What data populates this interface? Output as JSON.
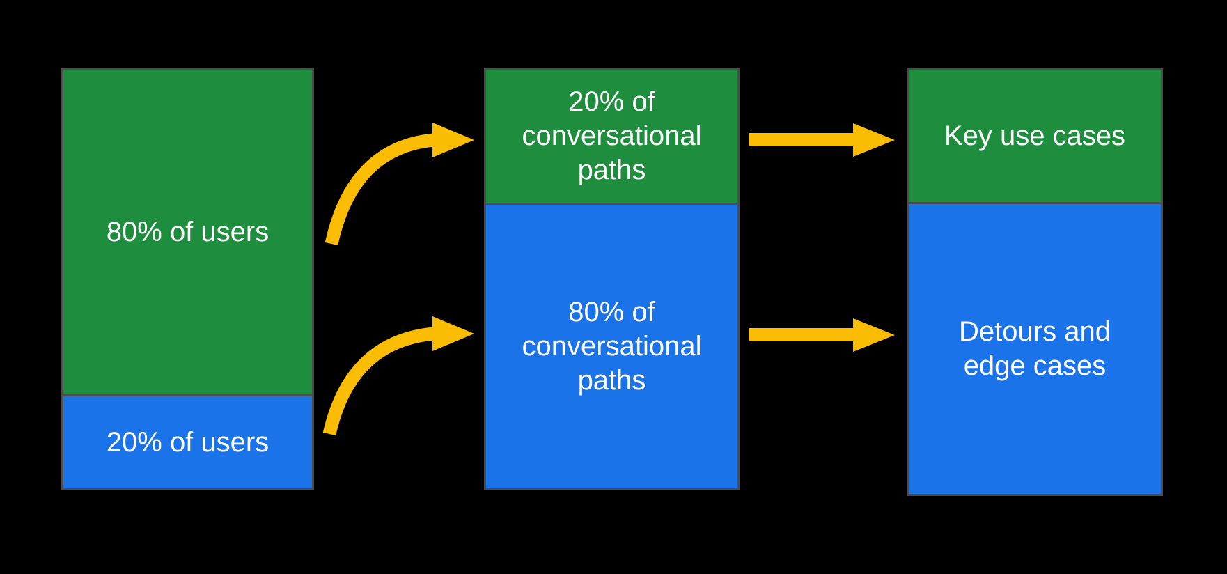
{
  "colors": {
    "bg": "#000000",
    "green": "#1E8E3E",
    "blue": "#1A73E8",
    "arrow": "#FBBC04",
    "border": "#4D4D4D",
    "text": "#FFFFFF"
  },
  "diagram": {
    "columns": [
      {
        "id": "users",
        "segments": [
          {
            "color": "green",
            "label": "80% of users"
          },
          {
            "color": "blue",
            "label": "20% of users"
          }
        ]
      },
      {
        "id": "conversational-paths",
        "segments": [
          {
            "color": "green",
            "label": "20% of\nconversational\npaths"
          },
          {
            "color": "blue",
            "label": "80% of\nconversational\npaths"
          }
        ]
      },
      {
        "id": "outcomes",
        "segments": [
          {
            "color": "green",
            "label": "Key use cases"
          },
          {
            "color": "blue",
            "label": "Detours and\nedge cases"
          }
        ]
      }
    ],
    "arrows": [
      {
        "id": "users-majority-to-paths-minority",
        "style": "curved"
      },
      {
        "id": "users-minority-to-paths-majority",
        "style": "curved"
      },
      {
        "id": "paths-minority-to-key-use-cases",
        "style": "straight"
      },
      {
        "id": "paths-majority-to-detours-edge-cases",
        "style": "straight"
      }
    ]
  }
}
